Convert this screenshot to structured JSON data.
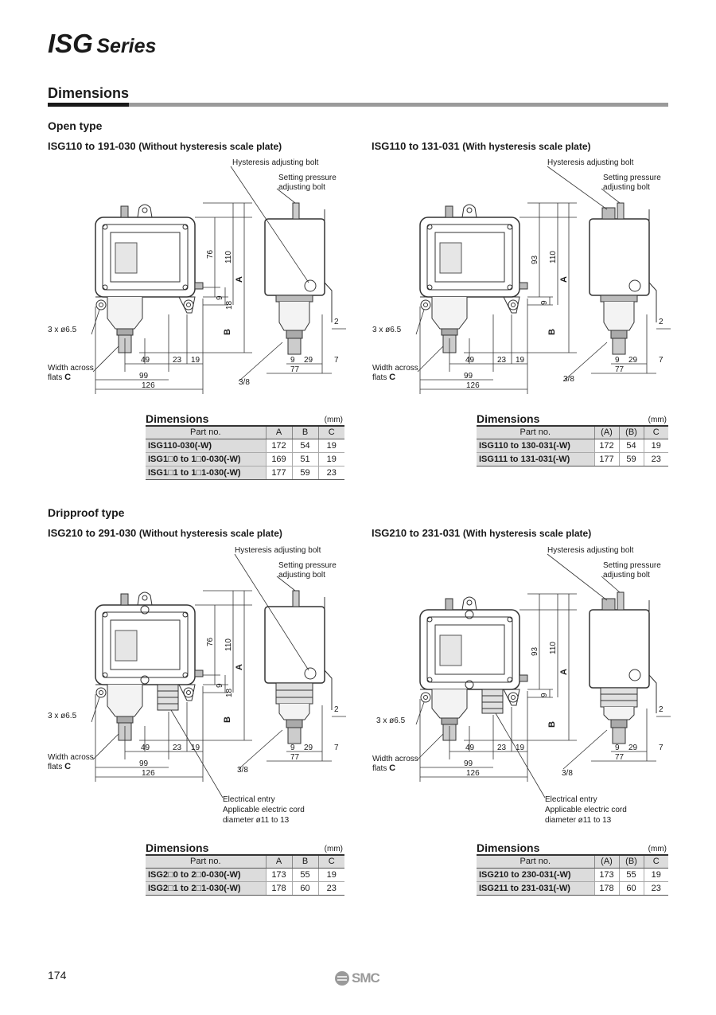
{
  "header": {
    "series_main": "ISG",
    "series_sub": "Series"
  },
  "section": {
    "heading": "Dimensions"
  },
  "open_type": {
    "title": "Open type",
    "left": {
      "model": "ISG110 to 191-030",
      "note": "(Without hysteresis scale plate)",
      "callouts": {
        "hysteresis_bolt": "Hysteresis adjusting bolt",
        "setting_bolt_1": "Setting pressure",
        "setting_bolt_2": "adjusting bolt",
        "holes": "3 x ø6.5",
        "flats_1": "Width across",
        "flats_2": "flats",
        "flats_var": "C",
        "thread": "3/8"
      },
      "dims": {
        "h76": "76",
        "h110": "110",
        "h9": "9",
        "h18": "18",
        "varA": "A",
        "varB": "B",
        "w49": "49",
        "w23": "23",
        "w19": "19",
        "w99": "99",
        "w126": "126",
        "s9": "9",
        "s29": "29",
        "s7": "7",
        "s77": "77",
        "s2": "2"
      },
      "table": {
        "name": "Dimensions",
        "unit": "(mm)",
        "headers": [
          "Part no.",
          "A",
          "B",
          "C"
        ],
        "rows": [
          [
            "ISG110-030(-W)",
            "172",
            "54",
            "19"
          ],
          [
            "ISG1□0 to 1□0-030(-W)",
            "169",
            "51",
            "19"
          ],
          [
            "ISG1□1 to 1□1-030(-W)",
            "177",
            "59",
            "23"
          ]
        ]
      }
    },
    "right": {
      "model": "ISG110 to 131-031",
      "note": "(With hysteresis scale plate)",
      "callouts": {
        "hysteresis_bolt": "Hysteresis adjusting bolt",
        "setting_bolt_1": "Setting pressure",
        "setting_bolt_2": "adjusting bolt",
        "holes": "3 x ø6.5",
        "flats_1": "Width across",
        "flats_2": "flats",
        "flats_var": "C",
        "thread": "3/8"
      },
      "dims": {
        "h93": "93",
        "h110": "110",
        "h9": "9",
        "varA": "A",
        "varB": "B",
        "w49": "49",
        "w23": "23",
        "w19": "19",
        "w99": "99",
        "w126": "126",
        "s9": "9",
        "s29": "29",
        "s7": "7",
        "s77": "77",
        "s2": "2"
      },
      "table": {
        "name": "Dimensions",
        "unit": "(mm)",
        "headers": [
          "Part no.",
          "(A)",
          "(B)",
          "C"
        ],
        "rows": [
          [
            "ISG110 to 130-031(-W)",
            "172",
            "54",
            "19"
          ],
          [
            "ISG111 to 131-031(-W)",
            "177",
            "59",
            "23"
          ]
        ]
      }
    }
  },
  "dripproof_type": {
    "title": "Dripproof type",
    "left": {
      "model": "ISG210 to 291-030",
      "note": "(Without hysteresis scale plate)",
      "callouts": {
        "hysteresis_bolt": "Hysteresis adjusting bolt",
        "setting_bolt_1": "Setting pressure",
        "setting_bolt_2": "adjusting bolt",
        "holes": "3 x ø6.5",
        "flats_1": "Width across",
        "flats_2": "flats",
        "flats_var": "C",
        "thread": "3/8",
        "entry_1": "Electrical entry",
        "entry_2": "Applicable electric cord",
        "entry_3": "diameter ø11 to 13"
      },
      "dims": {
        "h76": "76",
        "h110": "110",
        "h9": "9",
        "h18": "18",
        "varA": "A",
        "varB": "B",
        "w49": "49",
        "w23": "23",
        "w19": "19",
        "w99": "99",
        "w126": "126",
        "s9": "9",
        "s29": "29",
        "s7": "7",
        "s77": "77",
        "s2": "2"
      },
      "table": {
        "name": "Dimensions",
        "unit": "(mm)",
        "headers": [
          "Part no.",
          "A",
          "B",
          "C"
        ],
        "rows": [
          [
            "ISG2□0 to 2□0-030(-W)",
            "173",
            "55",
            "19"
          ],
          [
            "ISG2□1 to 2□1-030(-W)",
            "178",
            "60",
            "23"
          ]
        ]
      }
    },
    "right": {
      "model": "ISG210 to 231-031",
      "note": "(With hysteresis scale plate)",
      "callouts": {
        "hysteresis_bolt": "Hysteresis adjusting bolt",
        "setting_bolt_1": "Setting pressure",
        "setting_bolt_2": "adjusting bolt",
        "holes": "3 x ø6.5",
        "flats_1": "Width across",
        "flats_2": "flats",
        "flats_var": "C",
        "thread": "3/8",
        "entry_1": "Electrical entry",
        "entry_2": "Applicable electric cord",
        "entry_3": "diameter ø11 to 13"
      },
      "dims": {
        "h93": "93",
        "h110": "110",
        "h9": "9",
        "varA": "A",
        "varB": "B",
        "w49": "49",
        "w23": "23",
        "w19": "19",
        "w99": "99",
        "w126": "126",
        "s9": "9",
        "s29": "29",
        "s7": "7",
        "s77": "77",
        "s2": "2"
      },
      "table": {
        "name": "Dimensions",
        "unit": "(mm)",
        "headers": [
          "Part no.",
          "(A)",
          "(B)",
          "C"
        ],
        "rows": [
          [
            "ISG210 to 230-031(-W)",
            "173",
            "55",
            "19"
          ],
          [
            "ISG211 to 231-031(-W)",
            "178",
            "60",
            "23"
          ]
        ]
      }
    }
  },
  "footer": {
    "page_number": "174",
    "logo_text": "SMC",
    "logo_icon": "smc-logo-icon"
  }
}
